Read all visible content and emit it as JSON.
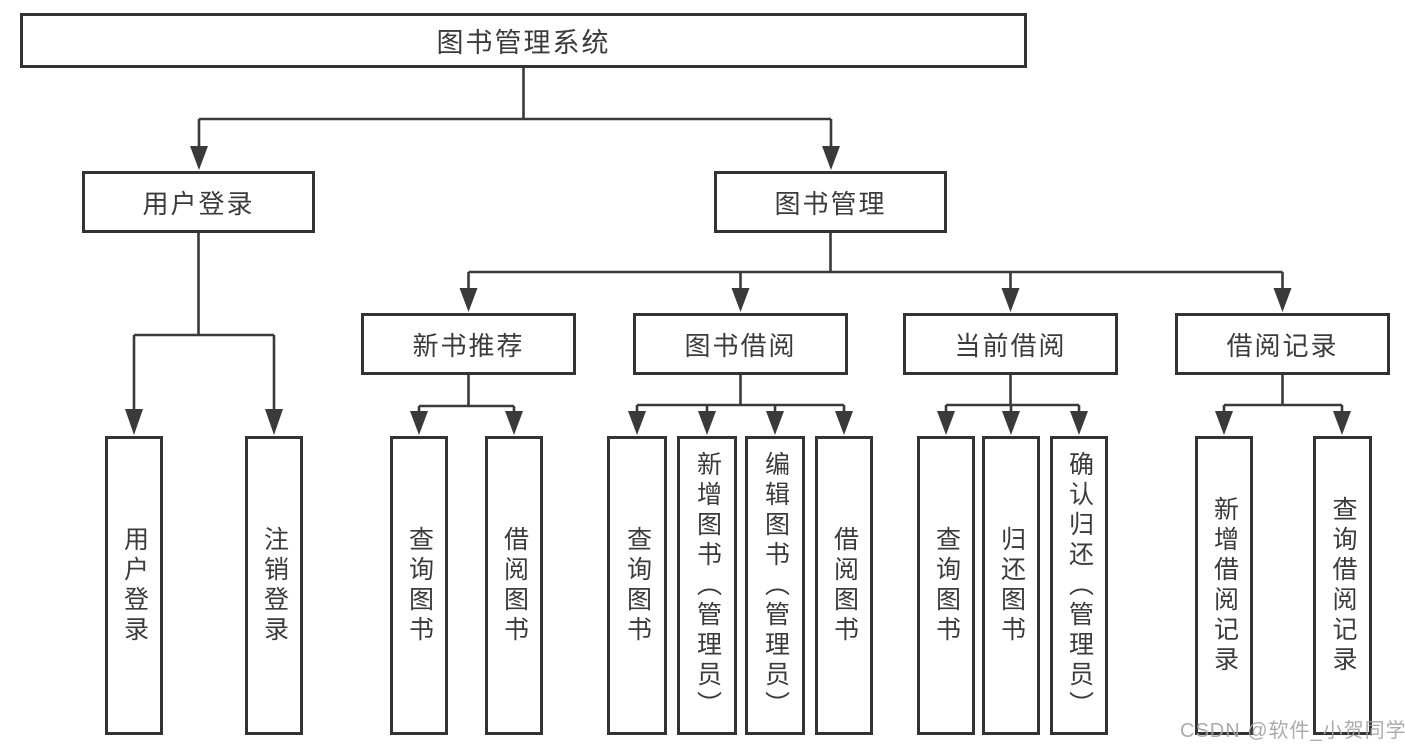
{
  "diagram": {
    "tree": {
      "root": {
        "label": "图书管理系统"
      },
      "branches": [
        {
          "label": "用户登录",
          "children": [
            {
              "label": "用户登录"
            },
            {
              "label": "注销登录"
            }
          ]
        },
        {
          "label": "图书管理",
          "children": [
            {
              "label": "新书推荐",
              "children": [
                {
                  "label": "查询图书"
                },
                {
                  "label": "借阅图书"
                }
              ]
            },
            {
              "label": "图书借阅",
              "children": [
                {
                  "label": "查询图书"
                },
                {
                  "label": "新增图书（管理员）"
                },
                {
                  "label": "编辑图书（管理员）"
                },
                {
                  "label": "借阅图书"
                }
              ]
            },
            {
              "label": "当前借阅",
              "children": [
                {
                  "label": "查询图书"
                },
                {
                  "label": "归还图书"
                },
                {
                  "label": "确认归还（管理员）"
                }
              ]
            },
            {
              "label": "借阅记录",
              "children": [
                {
                  "label": "新增借阅记录"
                },
                {
                  "label": "查询借阅记录"
                }
              ]
            }
          ]
        }
      ]
    },
    "connector_style": {
      "arrowhead": "filled-triangle-down",
      "line_style": "orthogonal"
    }
  },
  "watermark": {
    "text": "CSDN @软件_小贺同学"
  },
  "colors": {
    "line": "#3a3a3a",
    "border": "#333333",
    "text": "#3b3b3b",
    "background": "#ffffff",
    "watermark": "#a3a3a3"
  }
}
